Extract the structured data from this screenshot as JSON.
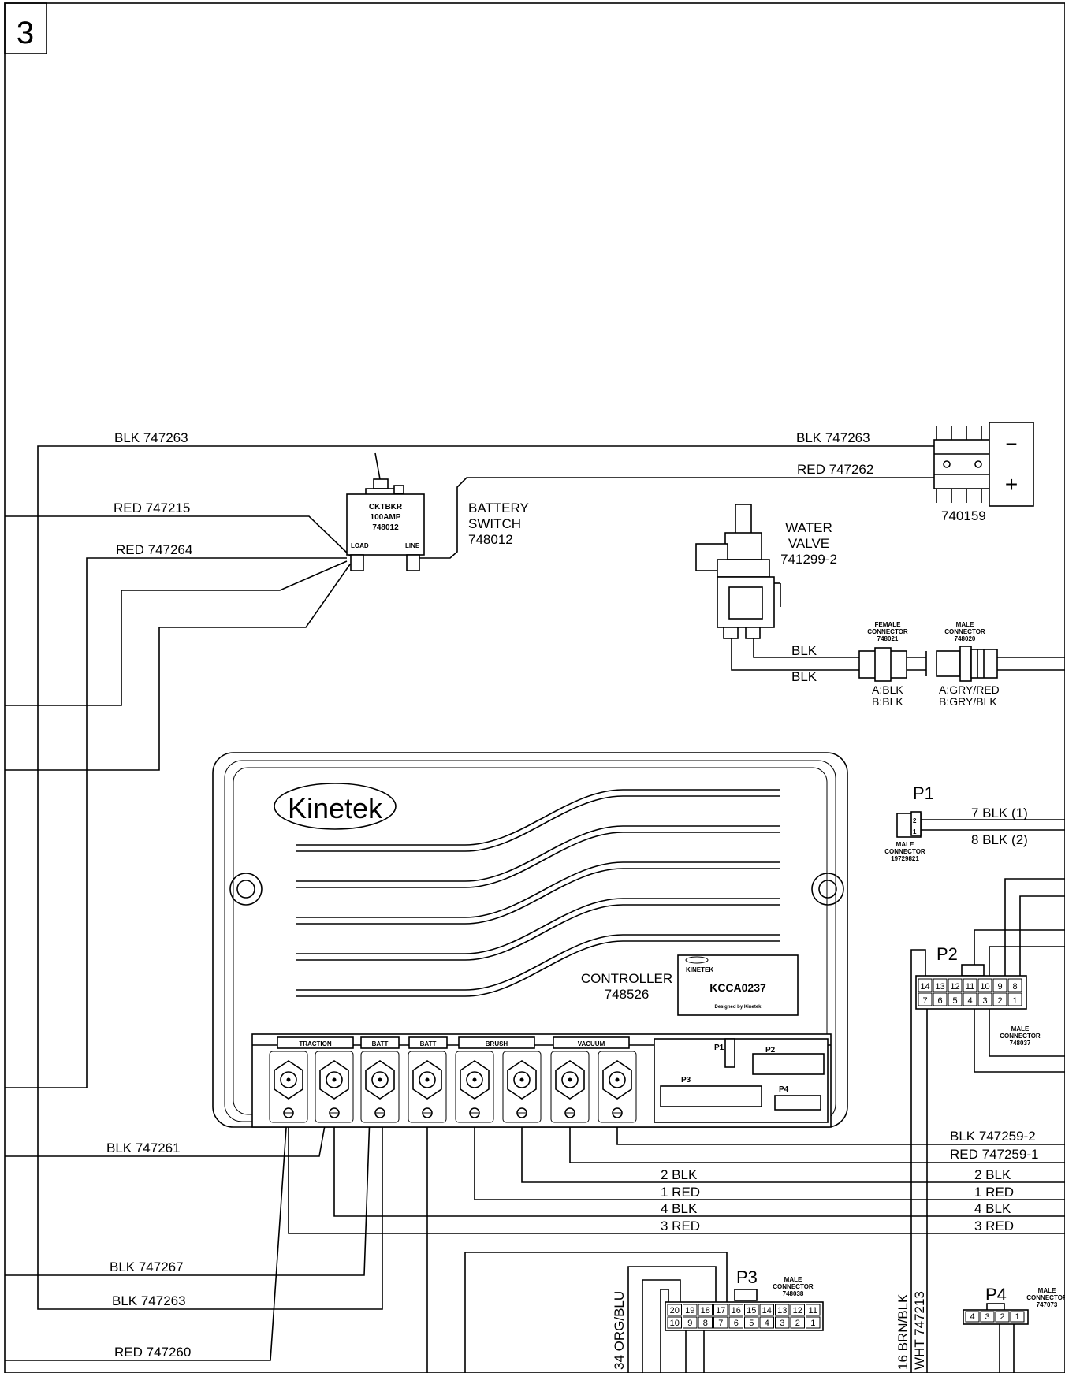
{
  "sheet": {
    "number": "3"
  },
  "wire_labels": {
    "blk_747263_left": "BLK 747263",
    "red_747215": "RED 747215",
    "red_747264": "RED 747264",
    "blk_747263_right": "BLK 747263",
    "red_747262": "RED 747262",
    "blk_747261": "BLK 747261",
    "blk_747267": "BLK 747267",
    "blk_747263_bottom": "BLK 747263",
    "red_747260": "RED 747260",
    "blk_747259_2": "BLK 747259-2",
    "red_747259_1": "RED 747259-1",
    "mid_2_blk": "2 BLK",
    "mid_1_red": "1 RED",
    "mid_4_blk": "4 BLK",
    "mid_3_red": "3 RED",
    "right_2_blk": "2 BLK",
    "right_1_red": "1 RED",
    "right_4_blk": "4 BLK",
    "right_3_red": "3 RED",
    "valve_blk_1": "BLK",
    "valve_blk_2": "BLK",
    "p1_7_blk": "7 BLK (1)",
    "p1_8_blk": "8 BLK (2)",
    "v_34_org_blu": "34 ORG/BLU",
    "v_16_brn_blk": "16 BRN/BLK",
    "v_wht_747213": "WHT 747213"
  },
  "breaker": {
    "title": "CKTBKR",
    "rating": "100AMP",
    "part": "748012",
    "load": "LOAD",
    "line": "LINE",
    "label_1": "BATTERY",
    "label_2": "SWITCH",
    "label_3": "748012"
  },
  "battery_connector": {
    "part": "740159",
    "minus": "−",
    "plus": "+"
  },
  "water_valve": {
    "label_1": "WATER",
    "label_2": "VALVE",
    "label_3": "741299-2"
  },
  "female_connector": {
    "line1": "FEMALE",
    "line2": "CONNECTOR",
    "line3": "748021",
    "pin_a": "A:BLK",
    "pin_b": "B:BLK"
  },
  "male_connector": {
    "line1": "MALE",
    "line2": "CONNECTOR",
    "line3": "748020",
    "pin_a": "A:GRY/RED",
    "pin_b": "B:GRY/BLK"
  },
  "controller": {
    "brand": "Kinetek",
    "label_1": "CONTROLLER",
    "label_2": "748526",
    "badge_brand": "KINETEK",
    "badge_model": "KCCA0237",
    "badge_footer": "Designed by Kinetek",
    "terminals": {
      "traction": "TRACTION",
      "batt_a": "BATT",
      "batt_b": "BATT",
      "brush": "BRUSH",
      "vacuum": "VACUUM"
    },
    "ports": {
      "p1": "P1",
      "p2": "P2",
      "p3": "P3",
      "p4": "P4"
    }
  },
  "p1": {
    "title": "P1",
    "line1": "MALE",
    "line2": "CONNECTOR",
    "line3": "19729821",
    "pin1": "1",
    "pin2": "2"
  },
  "p2": {
    "title": "P2",
    "line1": "MALE",
    "line2": "CONNECTOR",
    "line3": "748037",
    "row_top": [
      "14",
      "13",
      "12",
      "11",
      "10",
      "9",
      "8"
    ],
    "row_bottom": [
      "7",
      "6",
      "5",
      "4",
      "3",
      "2",
      "1"
    ]
  },
  "p3": {
    "title": "P3",
    "line1": "MALE",
    "line2": "CONNECTOR",
    "line3": "748038",
    "row_top": [
      "20",
      "19",
      "18",
      "17",
      "16",
      "15",
      "14",
      "13",
      "12",
      "11"
    ],
    "row_bottom": [
      "10",
      "9",
      "8",
      "7",
      "6",
      "5",
      "4",
      "3",
      "2",
      "1"
    ]
  },
  "p4": {
    "title": "P4",
    "line1": "MALE",
    "line2": "CONNECTOR",
    "line3": "747073",
    "pins": [
      "4",
      "3",
      "2",
      "1"
    ]
  }
}
